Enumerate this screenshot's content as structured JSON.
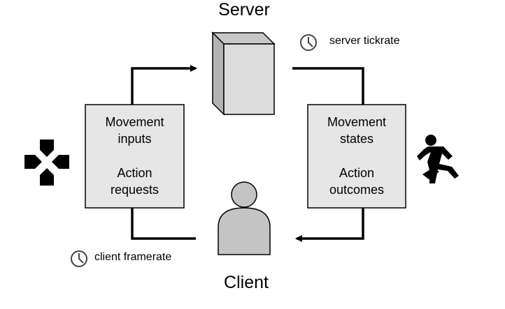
{
  "server_label": "Server",
  "client_label": "Client",
  "left_box": {
    "line1": "Movement",
    "line2": "inputs",
    "line3": "Action",
    "line4": "requests"
  },
  "right_box": {
    "line1": "Movement",
    "line2": "states",
    "line3": "Action",
    "line4": "outcomes"
  },
  "server_tickrate": "server tickrate",
  "client_framerate": "client framerate",
  "icons": {
    "server": "server-box-icon",
    "client": "user-icon",
    "controller": "dpad-icon",
    "runner": "running-person-icon",
    "clock": "clock-icon"
  },
  "colors": {
    "box_fill": "#e6e6e6",
    "server_front": "#dcdcdc",
    "server_top": "#c7c7c7",
    "server_side": "#b3b3b3",
    "person_fill": "#c4c4c4",
    "stroke": "#000000"
  }
}
